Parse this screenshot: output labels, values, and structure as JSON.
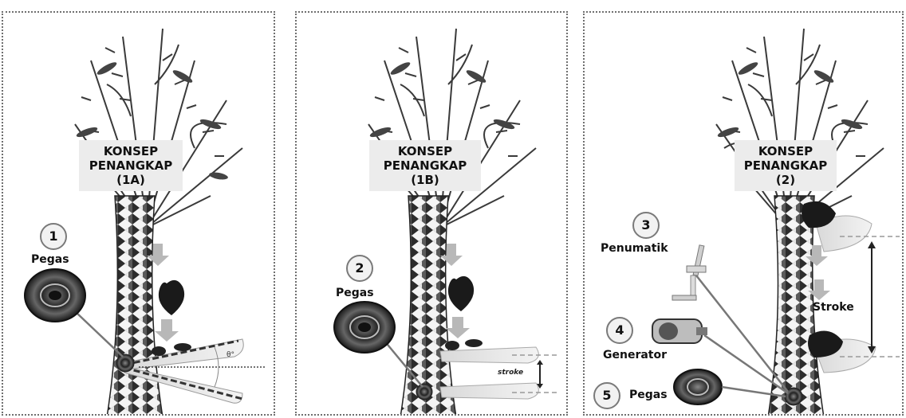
{
  "panels": [
    {
      "id": "1a",
      "title_lines": [
        "KONSEP",
        "PENANGKAP",
        "(1A)"
      ],
      "markers": [
        {
          "number": "1",
          "label": "Pegas"
        }
      ]
    },
    {
      "id": "1b",
      "title_lines": [
        "KONSEP",
        "PENANGKAP",
        "(1B)"
      ],
      "markers": [
        {
          "number": "2",
          "label": "Pegas"
        }
      ],
      "annotation": "stroke"
    },
    {
      "id": "2",
      "title_lines": [
        "KONSEP",
        "PENANGKAP",
        "(2)"
      ],
      "markers": [
        {
          "number": "3",
          "label": "Penumatik"
        },
        {
          "number": "4",
          "label": "Generator"
        },
        {
          "number": "5",
          "label": "Pegas"
        }
      ],
      "stroke_label": "Stroke"
    }
  ],
  "colors": {
    "title_box": "#ececec",
    "panel_border": "#6f6f6f",
    "arrow_gray": "#b5b5b5",
    "trunk_dark": "#2a2a2a"
  }
}
